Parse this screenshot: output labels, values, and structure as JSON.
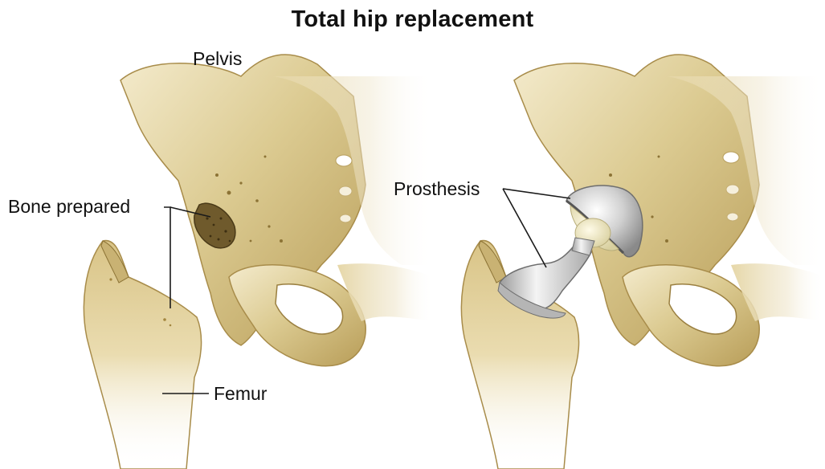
{
  "title": "Total hip replacement",
  "labels": {
    "pelvis": "Pelvis",
    "bone_prepared": "Bone prepared",
    "femur": "Femur",
    "prosthesis": "Prosthesis"
  },
  "colors": {
    "bone_light": "#efe4c2",
    "bone_mid": "#d9c68f",
    "bone_dark": "#b59a55",
    "bone_shadow": "#8c7335",
    "metal_light": "#eeeeee",
    "metal_dark": "#9a9a9a",
    "liner": "#f2ecd0",
    "leader_line": "#1a1a1a"
  }
}
